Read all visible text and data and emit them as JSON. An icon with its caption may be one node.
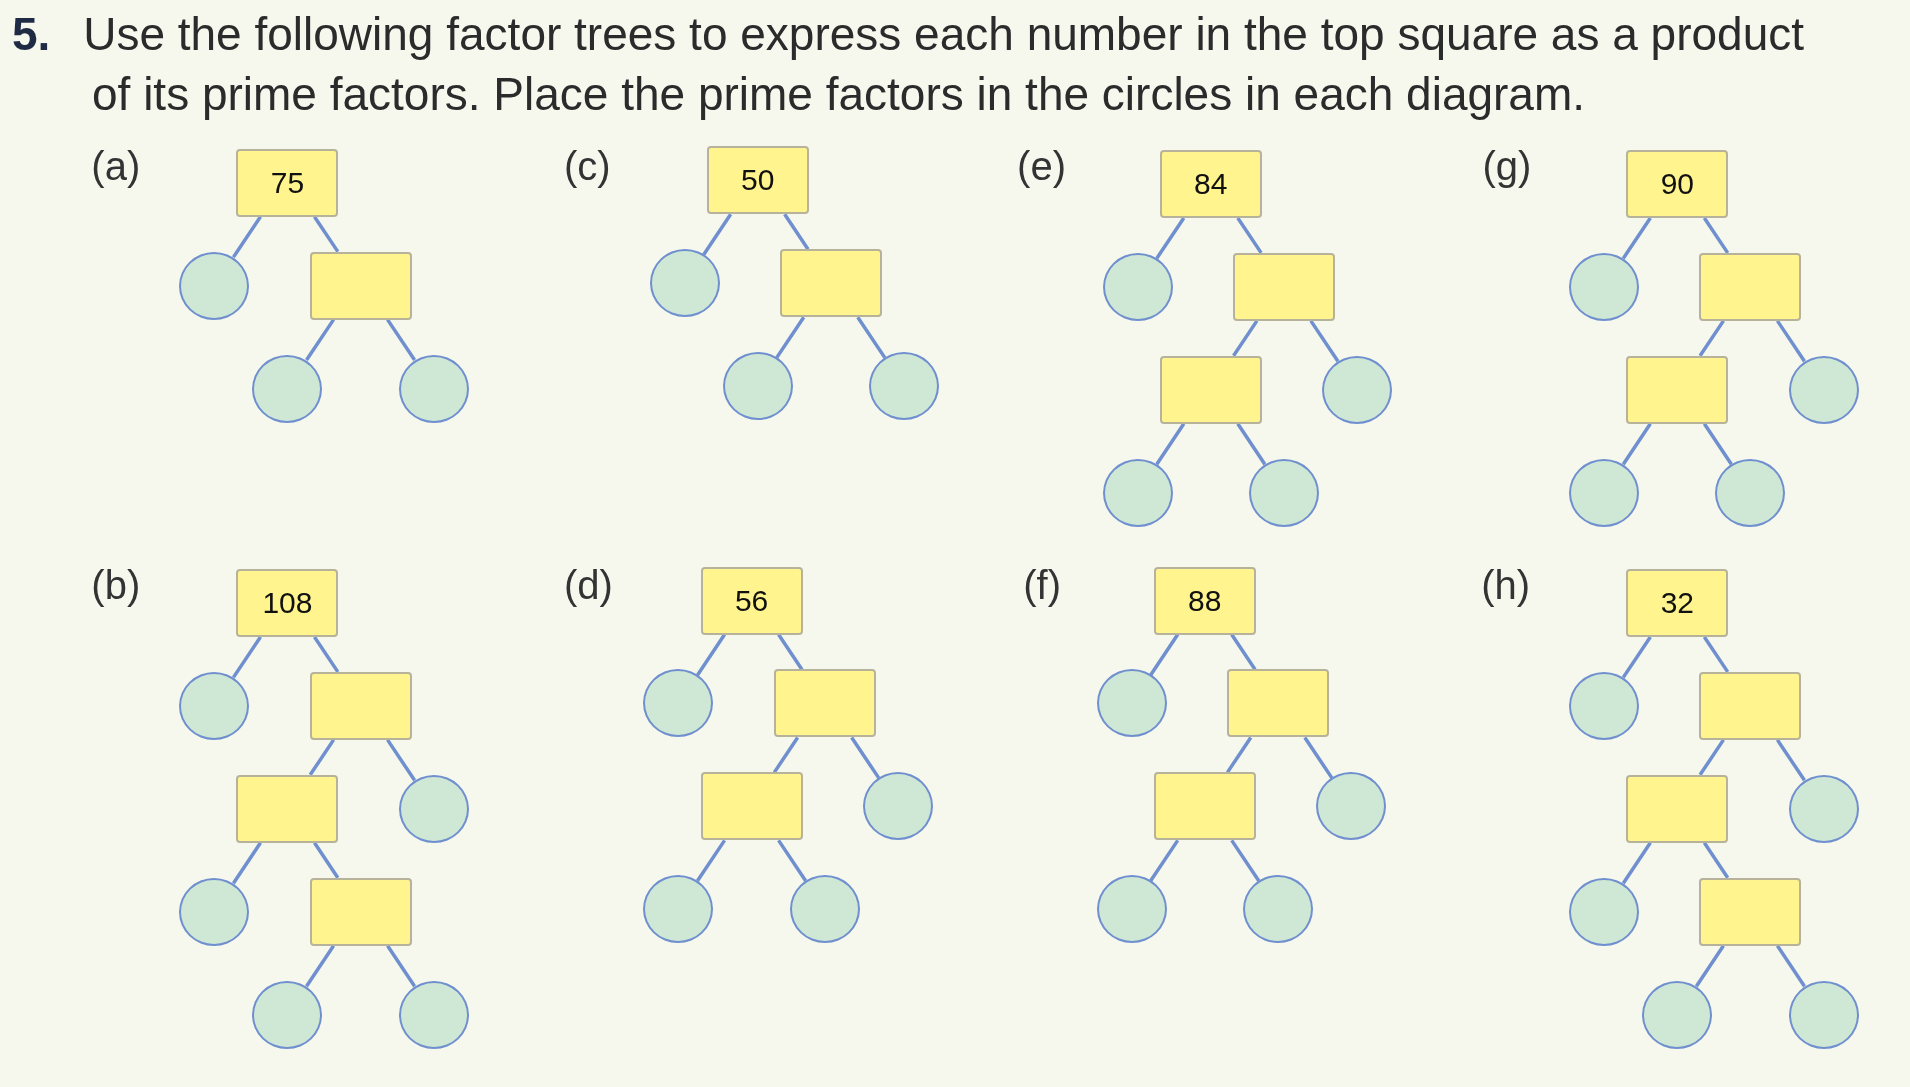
{
  "diagram": {
    "title": "**5.** Use the following factor trees to express each number in the top square as a product of its prime factors. Place the prime factors in the circles in each diagram.",
    "nodes": [
      {
        "text": [
          "75"
        ]
      },
      {
        "text": [],
        "shape": "circle"
      },
      {
        "text": [],
        "shape": "box"
      },
      {
        "text": [],
        "shape": "circle"
      },
      {
        "text": [],
        "shape": "circle"
      },
      {
        "text": [
          "50"
        ]
      },
      {
        "text": [],
        "shape": "circle"
      },
      {
        "text": [],
        "shape": "box"
      },
      {
        "text": [],
        "shape": "circle"
      },
      {
        "text": [],
        "shape": "circle"
      },
      {
        "text": [
          "84"
        ]
      },
      {
        "text": [],
        "shape": "circle"
      },
      {
        "text": [],
        "shape": "box"
      },
      {
        "text": [],
        "shape": "box"
      },
      {
        "text": [],
        "shape": "circle"
      },
      {
        "text": [],
        "shape": "circle"
      },
      {
        "text": [],
        "shape": "circle"
      },
      {
        "text": [
          "90"
        ]
      },
      {
        "text": [],
        "shape": "circle"
      },
      {
        "text": [],
        "shape": "box"
      },
      {
        "text": [],
        "shape": "box"
      },
      {
        "text": [],
        "shape": "circle"
      },
      {
        "text": [],
        "shape": "circle"
      },
      {
        "text": [],
        "shape": "circle"
      },
      {
        "text": [
          "108"
        ]
      },
      {
        "text": [],
        "shape": "circle"
      },
      {
        "text": [],
        "shape": "box"
      },
      {
        "text": [],
        "shape": "box"
      },
      {
        "text": [],
        "shape": "circle"
      },
      {
        "text": [],
        "shape": "circle"
      },
      {
        "text": [],
        "shape": "box"
      },
      {
        "text": [],
        "shape": "circle"
      },
      {
        "text": [],
        "shape": "circle"
      },
      {
        "text": [
          "56"
        ]
      },
      {
        "text": [],
        "shape": "circle"
      },
      {
        "text": [],
        "shape": "box"
      },
      {
        "text": [],
        "shape": "box"
      },
      {
        "text": [],
        "shape": "circle"
      },
      {
        "text": [],
        "shape": "circle"
      },
      {
        "text": [],
        "shape": "circle"
      },
      {
        "text": [
          "88"
        ]
      },
      {
        "text": [],
        "shape": "circle"
      },
      {
        "text": [],
        "shape": "box"
      },
      {
        "text": [],
        "shape": "box"
      },
      {
        "text": [],
        "shape": "circle"
      },
      {
        "text": [],
        "shape": "circle"
      },
      {
        "text": [],
        "shape": "circle"
      },
      {
        "text": [
          "32"
        ]
      },
      {
        "text": [],
        "shape": "circle"
      },
      {
        "text": [],
        "shape": "box"
      },
      {
        "text": [],
        "shape": "box"
      },
      {
        "text": [],
        "shape": "circle"
      },
      {
        "text": [],
        "shape": "circle"
      },
      {
        "text": [],
        "shape": "box"
      },
      {
        "text": [],
        "shape": "circle"
      },
      {
        "text": [],
        "shape": "circle"
      }
    ],
    "edges": [
      {
        "from": 0,
        "to": 1,
        "arrow": "none"
      },
      {
        "from": 0,
        "to": 2,
        "arrow": "none"
      },
      {
        "from": 2,
        "to": 3,
        "arrow": "none"
      },
      {
        "from": 2,
        "to": 4,
        "arrow": "none"
      },
      {
        "from": 5,
        "to": 6,
        "arrow": "none"
      },
      {
        "from": 5,
        "to": 7,
        "arrow": "none"
      },
      {
        "from": 7,
        "to": 8,
        "arrow": "none"
      },
      {
        "from": 7,
        "to": 9,
        "arrow": "none"
      },
      {
        "from": 10,
        "to": 11,
        "arrow": "none"
      },
      {
        "from": 10,
        "to": 12,
        "arrow": "none"
      },
      {
        "from": 12,
        "to": 13,
        "arrow": "none"
      },
      {
        "from": 12,
        "to": 14,
        "arrow": "none"
      },
      {
        "from": 13,
        "to": 15,
        "arrow": "none"
      },
      {
        "from": 13,
        "to": 16,
        "arrow": "none"
      },
      {
        "from": 17,
        "to": 18,
        "arrow": "none"
      },
      {
        "from": 17,
        "to": 19,
        "arrow": "none"
      },
      {
        "from": 19,
        "to": 20,
        "arrow": "none"
      },
      {
        "from": 19,
        "to": 21,
        "arrow": "none"
      },
      {
        "from": 20,
        "to": 22,
        "arrow": "none"
      },
      {
        "from": 20,
        "to": 23,
        "arrow": "none"
      },
      {
        "from": 24,
        "to": 25,
        "arrow": "none"
      },
      {
        "from": 24,
        "to": 26,
        "arrow": "none"
      },
      {
        "from": 26,
        "to": 27,
        "arrow": "none"
      },
      {
        "from": 26,
        "to": 28,
        "arrow": "none"
      },
      {
        "from": 27,
        "to": 29,
        "arrow": "none"
      },
      {
        "from": 27,
        "to": 30,
        "arrow": "none"
      },
      {
        "from": 30,
        "to": 31,
        "arrow": "none"
      },
      {
        "from": 30,
        "to": 32,
        "arrow": "none"
      },
      {
        "from": 33,
        "to": 34,
        "arrow": "none"
      },
      {
        "from": 33,
        "to": 35,
        "arrow": "none"
      },
      {
        "from": 35,
        "to": 36,
        "arrow": "none"
      },
      {
        "from": 35,
        "to": 37,
        "arrow": "none"
      },
      {
        "from": 36,
        "to": 38,
        "arrow": "none"
      },
      {
        "from": 36,
        "to": 39,
        "arrow": "none"
      },
      {
        "from": 40,
        "to": 41,
        "arrow": "none"
      },
      {
        "from": 40,
        "to": 42,
        "arrow": "none"
      },
      {
        "from": 42,
        "to": 43,
        "arrow": "none"
      },
      {
        "from": 42,
        "to": 44,
        "arrow": "none"
      },
      {
        "from": 43,
        "to": 45,
        "arrow": "none"
      },
      {
        "from": 43,
        "to": 46,
        "arrow": "none"
      },
      {
        "from": 47,
        "to": 48,
        "arrow": "none"
      },
      {
        "from": 47,
        "to": 49,
        "arrow": "none"
      },
      {
        "from": 49,
        "to": 50,
        "arrow": "none"
      },
      {
        "from": 49,
        "to": 51,
        "arrow": "none"
      },
      {
        "from": 50,
        "to": 52,
        "arrow": "none"
      },
      {
        "from": 50,
        "to": 53,
        "arrow": "none"
      },
      {
        "from": 53,
        "to": 54,
        "arrow": "none"
      },
      {
        "from": 53,
        "to": 55,
        "arrow": "none"
      }
    ],
    "labels": [
      "(a)",
      "(c)",
      "(e)",
      "(g)",
      "(b)",
      "(d)",
      "(f)",
      "(h)"
    ]
  }
}
